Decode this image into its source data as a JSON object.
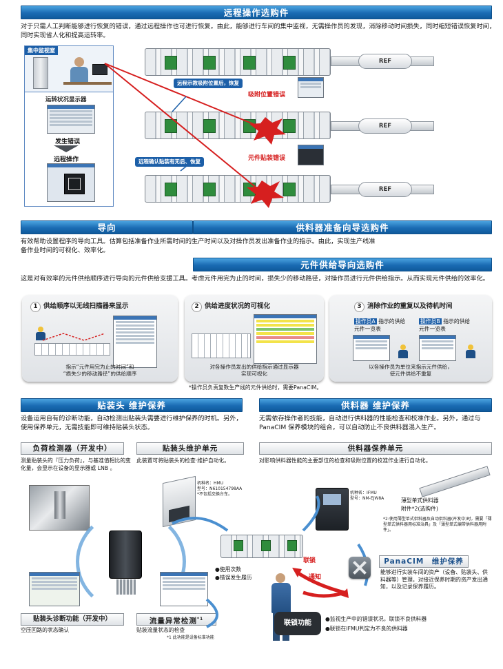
{
  "remote": {
    "title": "远程操作选购件",
    "desc": "对于只需人工判断能够进行恢复的错误，通过远程操作也可进行恢复。由此，能够进行车间的集中监视，无需操作员的发现，消除移动时间损失，同时缩短错误恢复时间，同时实现省人化和提高运转率。",
    "monitor_room": "集中监视室",
    "status_display": "运转状况显示器",
    "error_occur": "发生错误",
    "remote_op": "远程操作",
    "tag_pickup": "远程示教吸附位置后，恢复",
    "tag_mount": "远程确认贴装有无后、恢复",
    "err_pickup": "吸附位置错误",
    "err_mount": "元件贴装错误",
    "ref_label": "REF"
  },
  "guide": {
    "title_left": "导向",
    "title_right": "供料器准备向导选购件",
    "desc": "有效帮助设置程序的导向工具。估算包括准备作业所需时间的生产时间以及对操作员发出准备作业的指示。由此，实现生产线准备作业时间的可视化、效率化。"
  },
  "supply": {
    "title": "元件供给导向选购件",
    "desc": "这是对有效率的元件供给顺序进行导向的元件供给支援工具。考虑元件用完为止的时间，损失少的移动路径，对操作员进行元件供给指示。从而实现元件供给的效率化。",
    "steps": [
      {
        "num": "1",
        "title": "供给顺序以无线扫描器来显示",
        "caption": "指示“元件用完为止的时间”和\n“损失少的移动路径”的供给顺序"
      },
      {
        "num": "2",
        "title": "供给进度状况的可视化",
        "caption": "对各操作员发出的供给指示通过显示器\n实现可视化"
      },
      {
        "num": "3",
        "title": "消除作业的重复以及待机时间",
        "caption": "以各操作员为单位来指示元件供给，\n使元件供给不重复"
      }
    ],
    "operator_a": "操作员A",
    "operator_a_suffix": " 指示的供给\n元件一览表",
    "operator_b": "操作员B",
    "operator_b_suffix": " 指示的供给\n元件一览表",
    "footnote": "*操作员负责复数生产线的元件供给时，需要PanaCIM。"
  },
  "head": {
    "title": "贴装头 维护保养",
    "desc": "设备运用自有的诊断功能，自动检测出贴装头需要进行维护保养的时机。另外，使用保养单元，无需技能即可维持贴装头状态。",
    "load_title": "负荷检测器（开发中）",
    "load_desc": "测量贴装头的『压力负荷』，与基准值相比的变化量，会显示在设备的显示器或 LNB 。",
    "unit_title": "贴装头维护单元",
    "unit_desc": "此装置可将贴装头的检查·维护自动化。",
    "machine_name": "机种名：HMU",
    "model_no": "型号：N610154798AA",
    "not_include": "*不包括交换台车。",
    "diag_title": "贴装头诊断功能（开发中）",
    "diag_desc": "空压回路的状态确认",
    "flow_title": "流量异常检测",
    "flow_sup": "*1",
    "flow_desc": "贴装流量状态的检查",
    "flow_note": "*1 此功能是设备标准功能"
  },
  "feeder": {
    "title": "供料器 维护保养",
    "desc": "无需依存操作者的技能，自动进行供料器的性能检查和校准作业。另外，通过与PanaCIM 保养模块的组合，可以自动防止不良供料器混入生产。",
    "unit_title": "供料器保养单元",
    "unit_desc": "对影响供料器性能的主要部位的检查和吸附位置的校准作业进行自动化。",
    "machine_name": "机种名：IFMU",
    "model_no": "型号：NM-EJW8A",
    "thin_feeder": "薄型单式供料器",
    "attachment": "附件*2(选购件)",
    "note2": "*2:使用薄型单式供料器及自动供料器(开发中)时，需要「薄型单式供料器用标准治具」及「薄型单式编带供料器用附件」。",
    "panacim_title": "PanaCIM　维护保养",
    "panacim_desc": "能够进行实装车间的资产（设备、贴装头、供料器等）管理，对接近保养时期的资产发出通知，以及记录保养履历。",
    "usage_count": "●使用次数",
    "error_history": "●错误发生履历",
    "lock_label": "联锁",
    "notify_label": "通知",
    "interlock_title": "联锁功能",
    "interlock_1": "●监视生产中的错误状况，联锁不良供料器",
    "interlock_2": "●联锁在IFMU判定为不良的供料器"
  },
  "colors": {
    "accent": "#1a6bb3",
    "error_red": "#d61f1f"
  }
}
